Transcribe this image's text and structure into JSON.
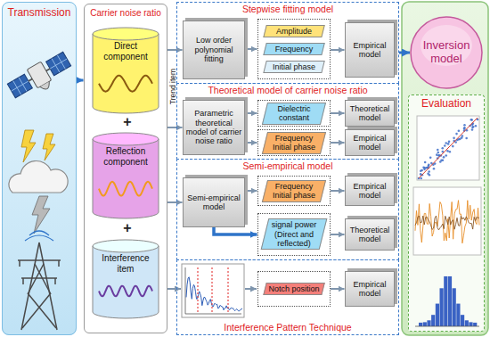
{
  "diagram": {
    "nodes": [
      {
        "text": [
          "Transmission"
        ]
      },
      {
        "text": [
          "Carrier noise ratio"
        ]
      },
      {
        "text": [
          "Direct component"
        ],
        "in": 1
      },
      {
        "text": [
          "Reflection component"
        ],
        "in": 1
      },
      {
        "text": [
          "Interference item"
        ],
        "in": 1
      },
      {
        "text": [
          "Stepwise fitting model"
        ]
      },
      {
        "text": [
          "Low order polynomial fitting"
        ],
        "in": 5
      },
      {
        "text": [
          "Amplitude",
          "Frequency",
          "Initial phase"
        ],
        "in": 5
      },
      {
        "text": [
          "Empirical model"
        ],
        "in": 5
      },
      {
        "text": [
          "Theoretical model of carrier noise ratio"
        ]
      },
      {
        "text": [
          "Parametric theoretical model of carrier noise ratio"
        ],
        "in": 9
      },
      {
        "text": [
          "Dielectric constant"
        ],
        "in": 9
      },
      {
        "text": [
          "Theoretical model"
        ],
        "in": 9
      },
      {
        "text": [
          "Frequency Initial phase"
        ],
        "in": 9
      },
      {
        "text": [
          "Empirical model"
        ],
        "in": 9
      },
      {
        "text": [
          "Semi-empirical model"
        ]
      },
      {
        "text": [
          "Semi-empirical model"
        ],
        "in": 15
      },
      {
        "text": [
          "Frequency Initial phase"
        ],
        "in": 15
      },
      {
        "text": [
          "Empirical model"
        ],
        "in": 15
      },
      {
        "text": [
          "signal power (Direct and reflected)"
        ],
        "in": 15
      },
      {
        "text": [
          "Theoretical model"
        ],
        "in": 15
      },
      {
        "text": [
          "Interference Pattern Technique"
        ]
      },
      {
        "text": [
          "Notch position"
        ],
        "in": 21
      },
      {
        "text": [
          "Empirical model"
        ],
        "in": 21
      },
      {
        "text": [
          "Inversion model"
        ]
      },
      {
        "text": [
          "Evaluation"
        ]
      }
    ],
    "edges": [
      {
        "from": 0,
        "to": 1,
        "arrow": "to"
      },
      {
        "from": 1,
        "to": 6,
        "arrow": "to"
      },
      {
        "from": 1,
        "to": 10,
        "arrow": "to"
      },
      {
        "from": 1,
        "to": 16,
        "arrow": "to"
      },
      {
        "from": 6,
        "to": 7,
        "arrow": "to"
      },
      {
        "from": 7,
        "to": 8,
        "arrow": "to"
      },
      {
        "from": 10,
        "to": 11,
        "arrow": "to"
      },
      {
        "from": 11,
        "to": 12,
        "arrow": "to"
      },
      {
        "from": 10,
        "to": 13,
        "arrow": "to"
      },
      {
        "from": 13,
        "to": 14,
        "arrow": "to"
      },
      {
        "from": 16,
        "to": 17,
        "arrow": "to"
      },
      {
        "from": 17,
        "to": 18,
        "arrow": "to"
      },
      {
        "from": 16,
        "to": 19,
        "arrow": "to"
      },
      {
        "from": 19,
        "to": 20,
        "arrow": "to"
      },
      {
        "from": 22,
        "to": 23,
        "arrow": "to"
      }
    ],
    "labels": [
      "+",
      "+",
      "Trend item"
    ]
  }
}
